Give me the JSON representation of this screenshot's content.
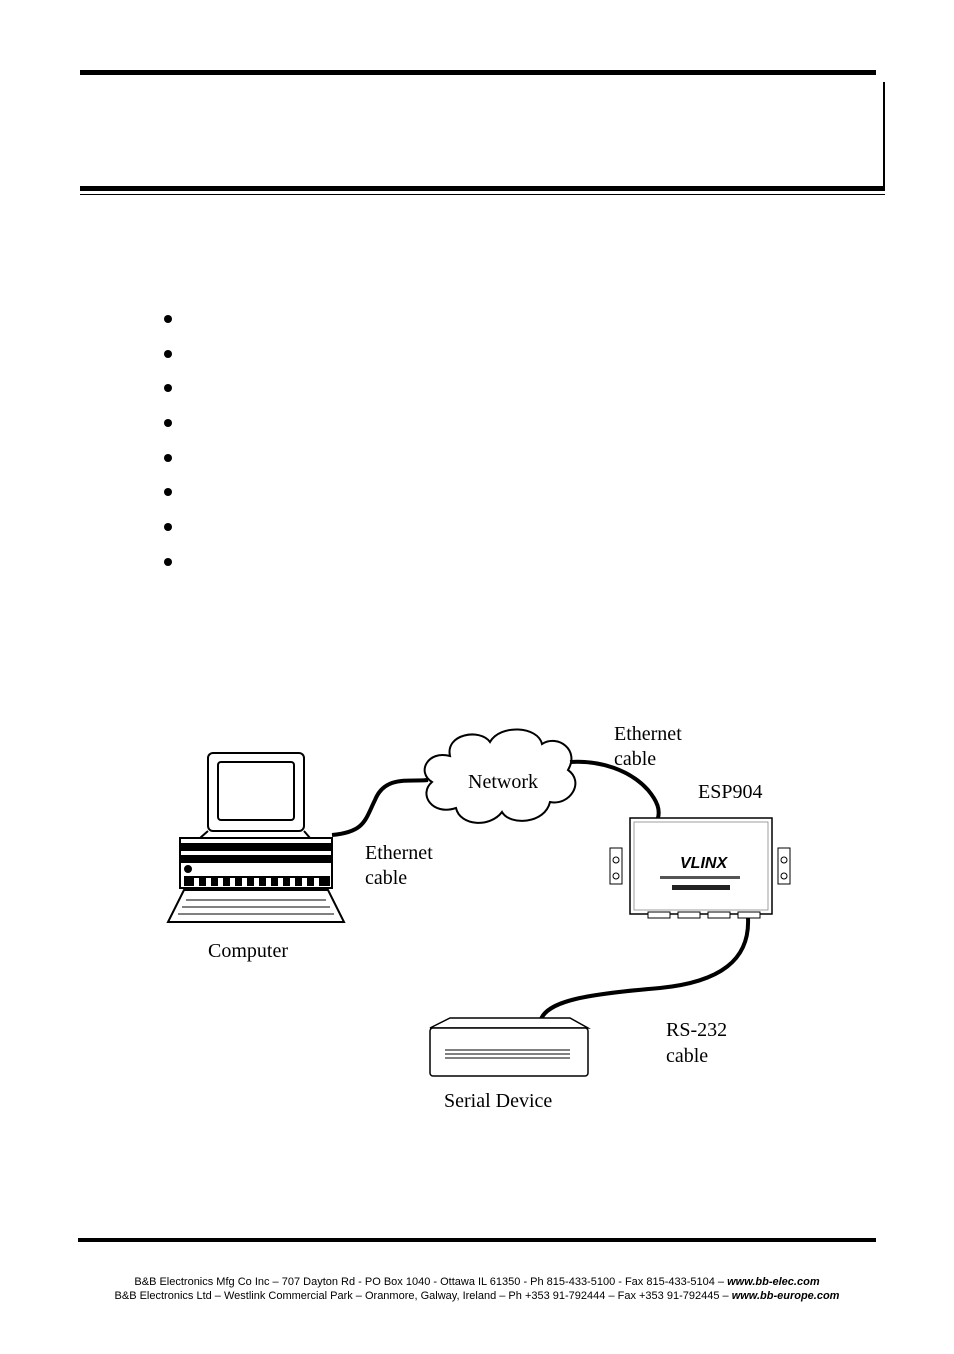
{
  "diagram": {
    "labels": {
      "network": "Network",
      "ethernet_cable_top_line1": "Ethernet",
      "ethernet_cable_top_line2": "cable",
      "esp904": "ESP904",
      "ethernet_cable_left_line1": "Ethernet",
      "ethernet_cable_left_line2": "cable",
      "computer": "Computer",
      "rs232_line1": "RS-232",
      "rs232_line2": "cable",
      "serial_device": "Serial Device",
      "vlinx_logo": "VLINX"
    }
  },
  "footer": {
    "line1_text": "B&B Electronics Mfg Co Inc – 707 Dayton Rd - PO Box 1040 - Ottawa IL 61350 - Ph 815-433-5100 - Fax 815-433-5104 – ",
    "line1_url": "www.bb-elec.com",
    "line2_text": "B&B Electronics Ltd – Westlink Commercial Park – Oranmore, Galway, Ireland – Ph +353 91-792444 – Fax +353 91-792445 – ",
    "line2_url": "www.bb-europe.com"
  }
}
